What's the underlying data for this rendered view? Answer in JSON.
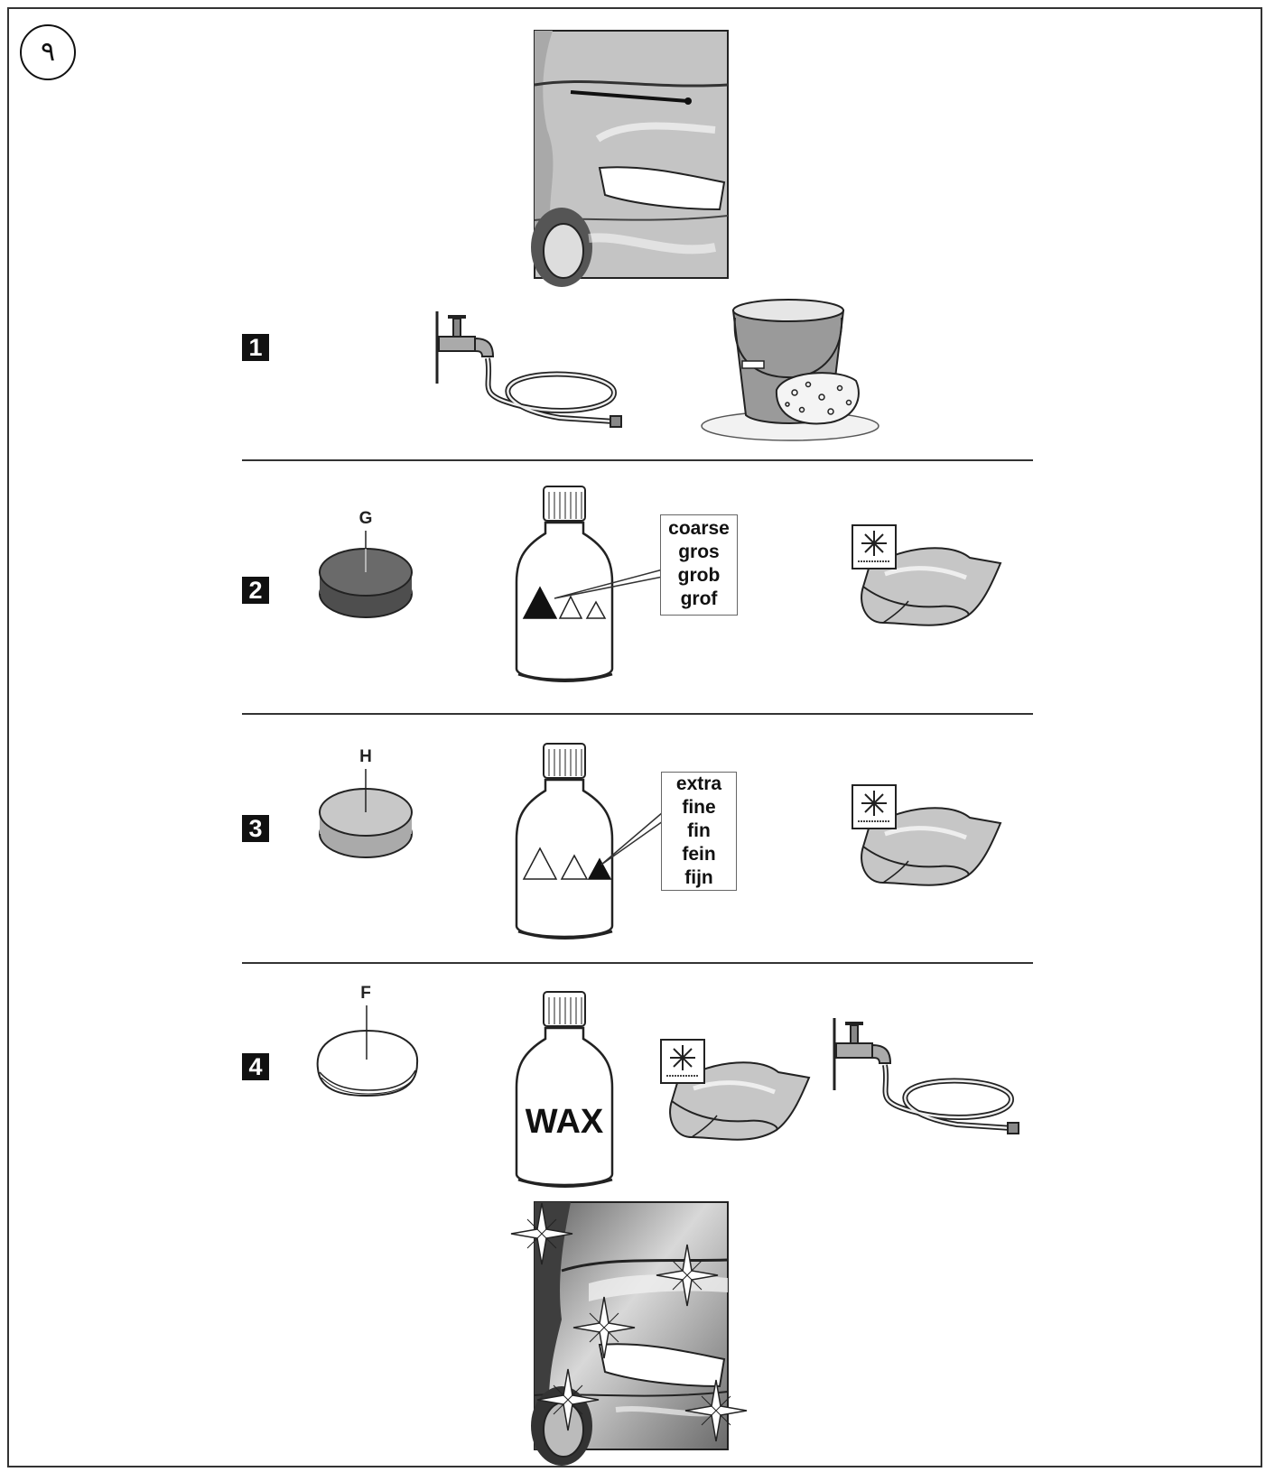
{
  "page": {
    "number": "٩"
  },
  "steps": [
    {
      "number": "1"
    },
    {
      "number": "2",
      "pad": "G",
      "label_lines": [
        "coarse",
        "gros",
        "grob",
        "grof"
      ]
    },
    {
      "number": "3",
      "pad": "H",
      "label_lines": [
        "extra",
        "fine",
        "fin",
        "fein",
        "fijn"
      ]
    },
    {
      "number": "4",
      "pad": "F",
      "bottle_text": "WAX"
    }
  ],
  "colors": {
    "pad_coarse": "#6a6a6a",
    "pad_fine": "#c8c8c8",
    "pad_wax": "#ffffff",
    "car_dirty": "#c4c4c4",
    "car_shiny": "#8f8f8f"
  },
  "icons": [
    "dirty-car-icon",
    "water-tap-icon",
    "hose-icon",
    "bucket-icon",
    "sponge-icon",
    "polishing-pad-icon",
    "polish-bottle-icon",
    "microfiber-cloth-icon",
    "shiny-car-icon",
    "sparkle-icon"
  ]
}
